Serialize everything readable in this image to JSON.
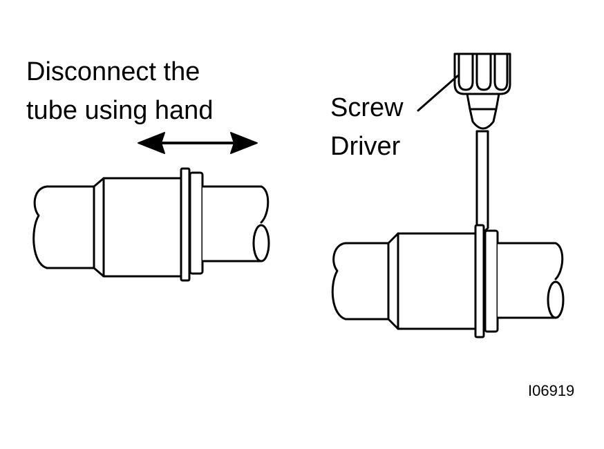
{
  "left_instruction": {
    "line1": "Disconnect the",
    "line2": "tube using hand"
  },
  "tool_label": {
    "line1": "Screw",
    "line2": "Driver"
  },
  "figure_id": "I06919",
  "colors": {
    "ink": "#000000",
    "paper": "#ffffff"
  }
}
